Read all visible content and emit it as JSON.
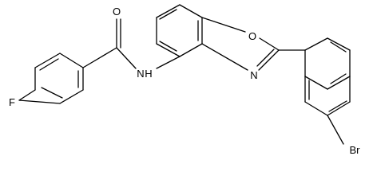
{
  "molecule": {
    "atoms": {
      "oxygen_carbonyl": "O",
      "nitrogen_amide": "N",
      "hydrogen_amide": "H",
      "fluorine": "F",
      "oxygen_oxazole": "O",
      "nitrogen_oxazole": "N",
      "bromine": "Br"
    }
  }
}
